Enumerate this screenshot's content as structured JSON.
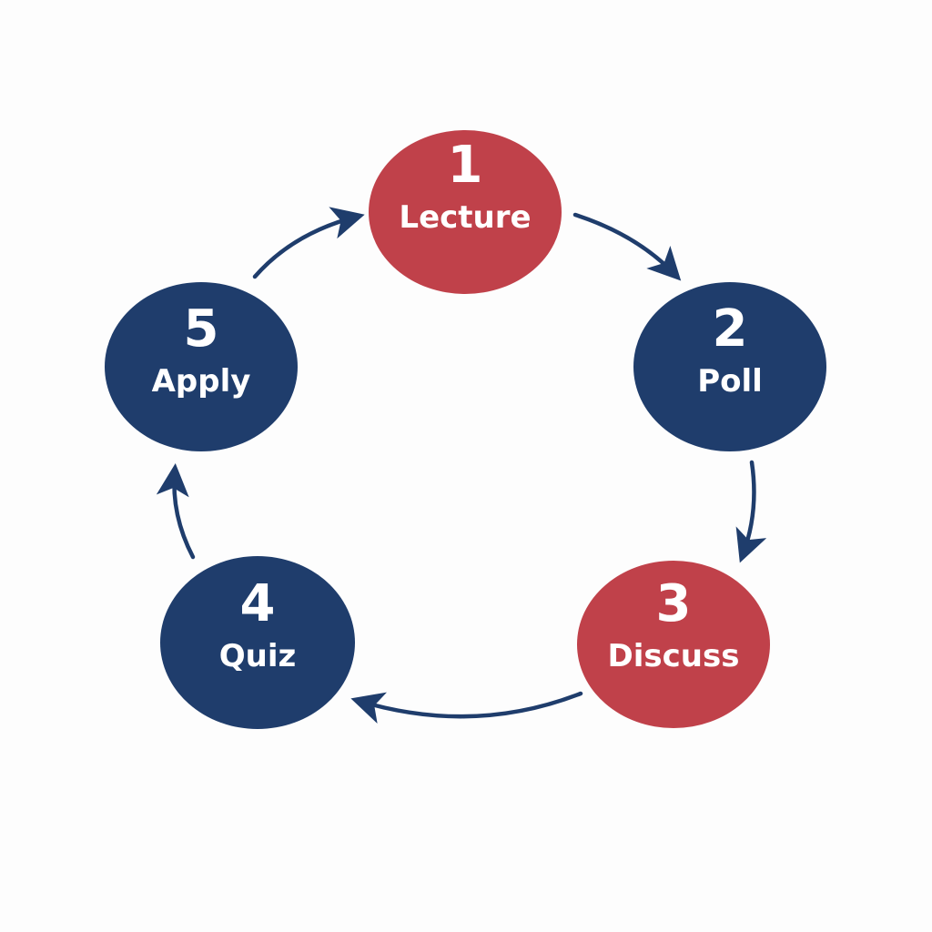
{
  "colors": {
    "highlight": "#c0414a",
    "primary": "#1f3d6c",
    "text": "#ffffff",
    "arrow": "#1f3d6c"
  },
  "steps": [
    {
      "number": "1",
      "label": "Lecture",
      "color": "#c0414a"
    },
    {
      "number": "2",
      "label": "Poll",
      "color": "#1f3d6c"
    },
    {
      "number": "3",
      "label": "Discuss",
      "color": "#c0414a"
    },
    {
      "number": "4",
      "label": "Quiz",
      "color": "#1f3d6c"
    },
    {
      "number": "5",
      "label": "Apply",
      "color": "#1f3d6c"
    }
  ],
  "connections": [
    {
      "from": "1",
      "to": "2"
    },
    {
      "from": "2",
      "to": "3"
    },
    {
      "from": "3",
      "to": "4"
    },
    {
      "from": "4",
      "to": "5"
    },
    {
      "from": "5",
      "to": "1"
    }
  ]
}
